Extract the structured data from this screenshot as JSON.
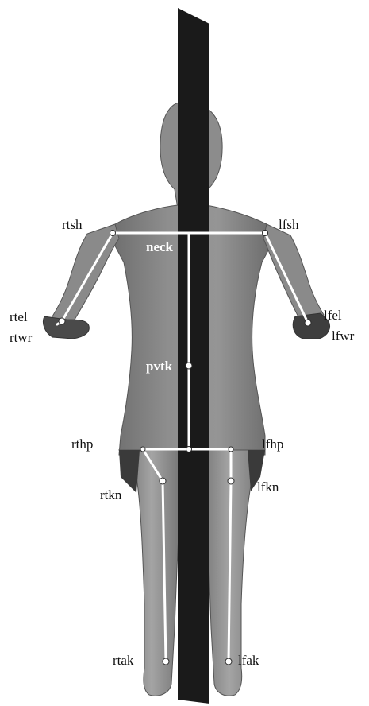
{
  "figure": {
    "labels": {
      "rtsh": "rtsh",
      "lfsh": "lfsh",
      "neck": "neck",
      "rtel": "rtel",
      "rtwr": "rtwr",
      "lfel": "lfel",
      "lfwr": "lfwr",
      "pvtk": "pvtk",
      "rthp": "rthp",
      "lfhp": "lfhp",
      "rtkn": "rtkn",
      "lfkn": "lfkn",
      "rtak": "rtak",
      "lfak": "lfak"
    }
  }
}
